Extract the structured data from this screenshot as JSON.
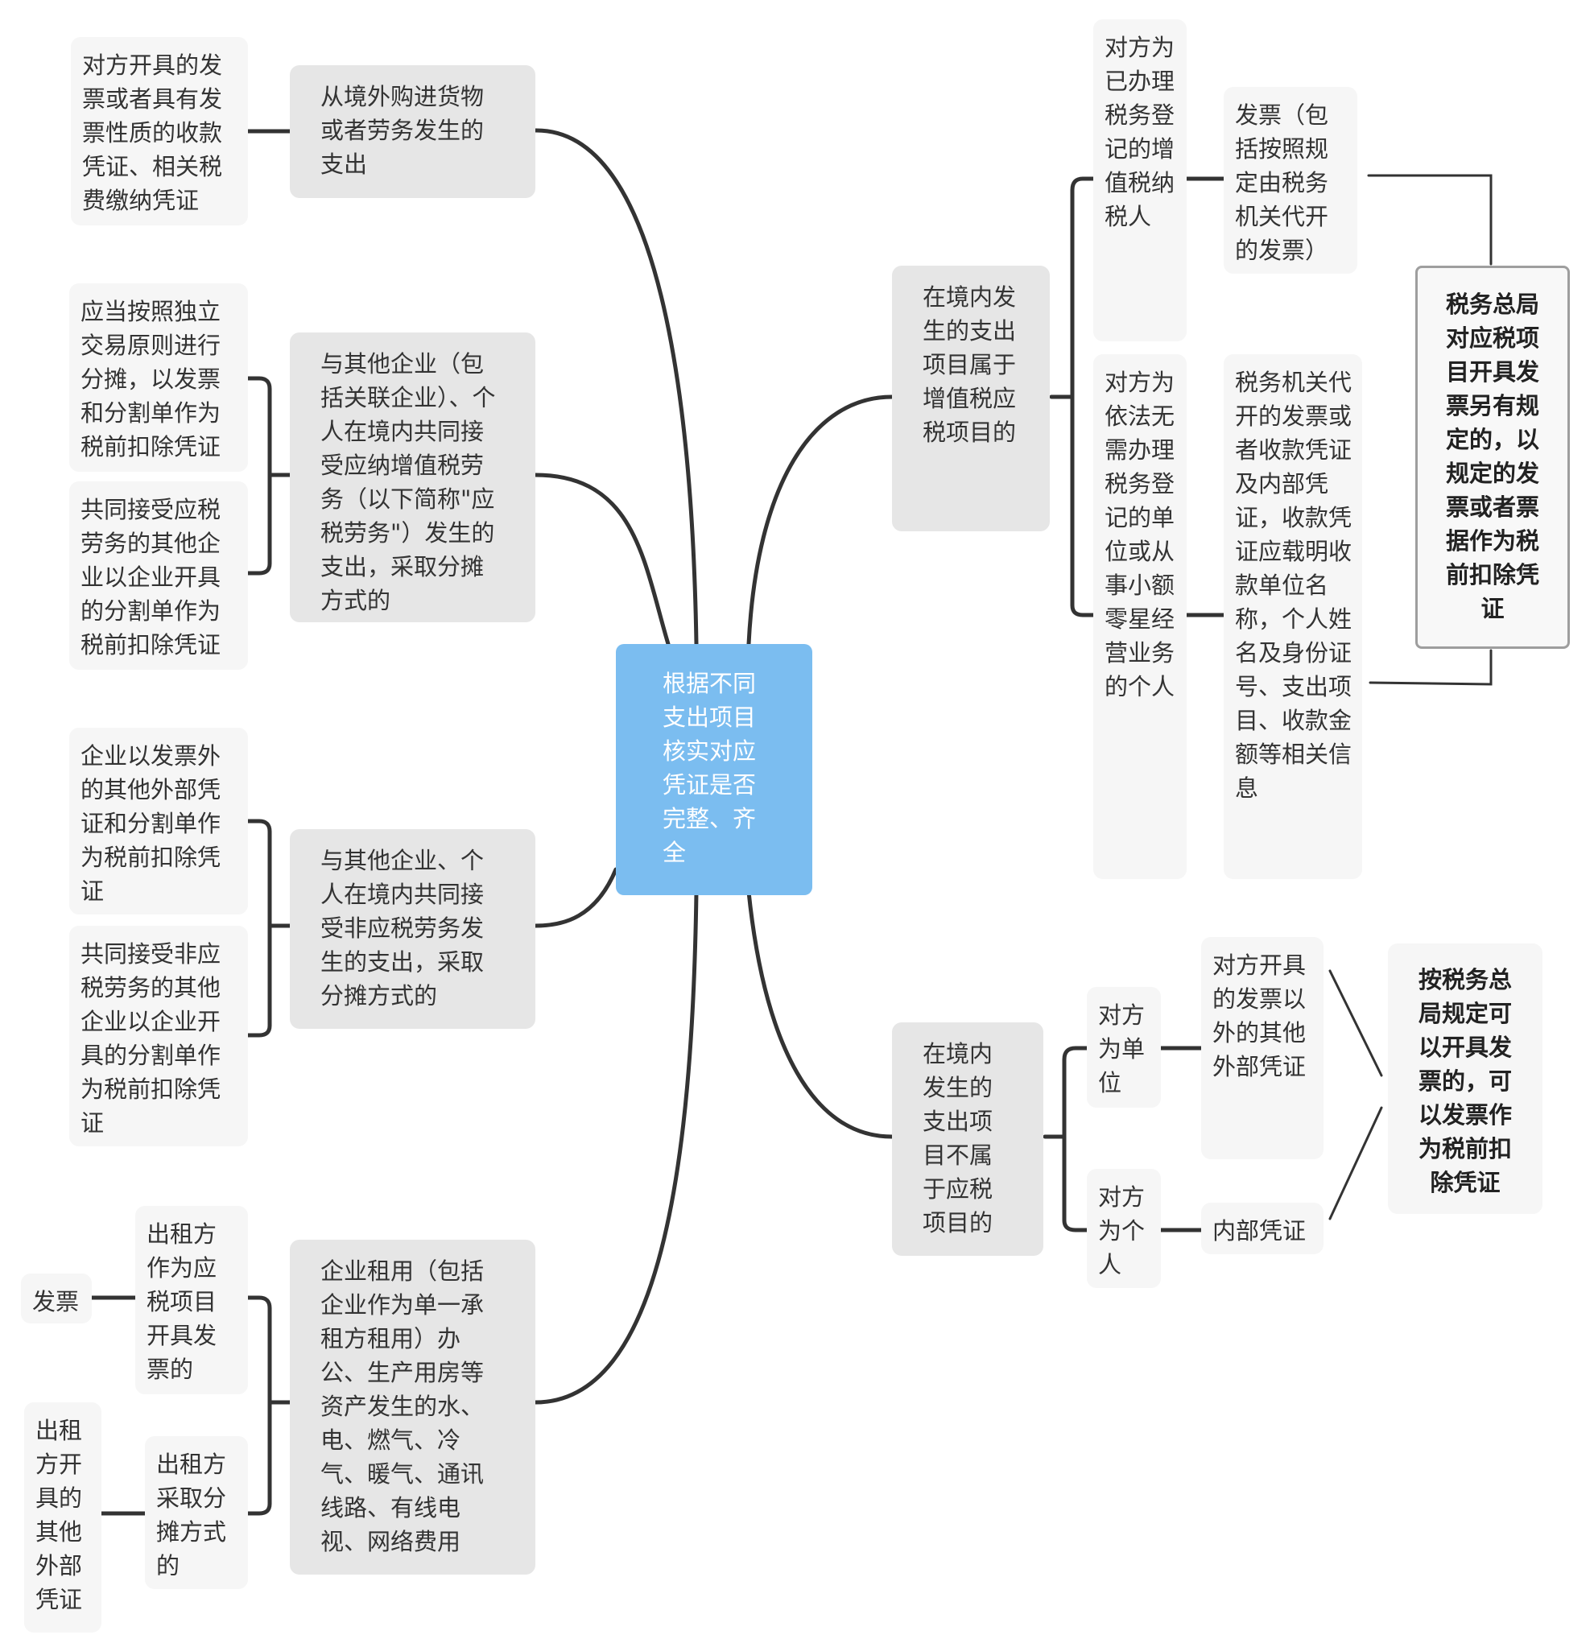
{
  "root": {
    "text": "根据不同支出项目核实对应凭证是否完整、齐全"
  },
  "left": {
    "b1": {
      "text": "从境外购进货物或者劳务发生的支出",
      "leaf": "对方开具的发票或者具有发票性质的收款凭证、相关税费缴纳凭证"
    },
    "b2": {
      "text": "与其他企业（包括关联企业）、个人在境内共同接受应纳增值税劳务（以下简称\"应税劳务\"）发生的支出，采取分摊方式的",
      "leaf1": "应当按照独立交易原则进行分摊，以发票和分割单作为税前扣除凭证",
      "leaf2": "共同接受应税劳务的其他企业以企业开具的分割单作为税前扣除凭证"
    },
    "b3": {
      "text": "与其他企业、个人在境内共同接受非应税劳务发生的支出，采取分摊方式的",
      "leaf1": "企业以发票外的其他外部凭证和分割单作为税前扣除凭证",
      "leaf2": "共同接受非应税劳务的其他企业以企业开具的分割单作为税前扣除凭证"
    },
    "b4": {
      "text": "企业租用（包括企业作为单一承租方租用）办公、生产用房等资产发生的水、电、燃气、冷气、暖气、通讯线路、有线电视、网络费用",
      "sub1": {
        "text": "出租方作为应税项目开具发票的",
        "leaf": "发票"
      },
      "sub2": {
        "text": "出租方采取分摊方式的",
        "leaf": "出租方开具的其他外部凭证"
      }
    }
  },
  "right": {
    "b1": {
      "text": "在境内发生的支出项目属于增值税应税项目的",
      "sub1": {
        "text": "对方为已办理税务登记的增值税纳税人",
        "leaf": "发票（包括按照规定由税务机关代开的发票）"
      },
      "sub2": {
        "text": "对方为依法无需办理税务登记的单位或从事小额零星经营业务的个人",
        "leaf": "税务机关代开的发票或者收款凭证及内部凭证，收款凭证应载明收款单位名称，个人姓名及身份证号、支出项目、收款金额等相关信息"
      },
      "note": "税务总局对应税项目开具发票另有规定的，以规定的发票或者票据作为税前扣除凭证"
    },
    "b2": {
      "text": "在境内发生的支出项目不属于应税项目的",
      "sub1": {
        "text": "对方为单位",
        "leaf": "对方开具的发票以外的其他外部凭证"
      },
      "sub2": {
        "text": "对方为个人",
        "leaf": "内部凭证"
      },
      "note": "按税务总局规定可以开具发票的，可以发票作为税前扣除凭证"
    }
  },
  "colors": {
    "root_bg": "#7bbdf0",
    "main_bg": "#e6e6e6",
    "leaf_bg": "#f6f6f6",
    "line": "#333333"
  }
}
